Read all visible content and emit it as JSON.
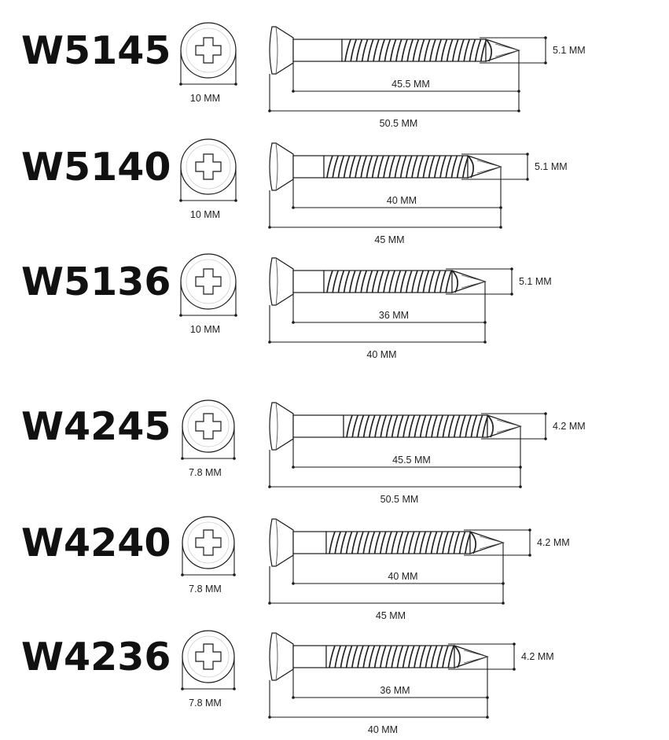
{
  "screws": [
    {
      "code": "W5145",
      "head_dia": "10 MM",
      "thread_dia": "5.1 MM",
      "thread_len": "45.5 MM",
      "total_len": "50.5 MM"
    },
    {
      "code": "W5140",
      "head_dia": "10 MM",
      "thread_dia": "5.1 MM",
      "thread_len": "40 MM",
      "total_len": "45 MM"
    },
    {
      "code": "W5136",
      "head_dia": "10 MM",
      "thread_dia": "5.1 MM",
      "thread_len": "36 MM",
      "total_len": "40 MM"
    },
    {
      "code": "W4245",
      "head_dia": "7.8 MM",
      "thread_dia": "4.2 MM",
      "thread_len": "45.5 MM",
      "total_len": "50.5 MM"
    },
    {
      "code": "W4240",
      "head_dia": "7.8 MM",
      "thread_dia": "4.2 MM",
      "thread_len": "40 MM",
      "total_len": "45 MM"
    },
    {
      "code": "W4236",
      "head_dia": "7.8 MM",
      "thread_dia": "4.2 MM",
      "thread_len": "36 MM",
      "total_len": "40 MM"
    }
  ]
}
